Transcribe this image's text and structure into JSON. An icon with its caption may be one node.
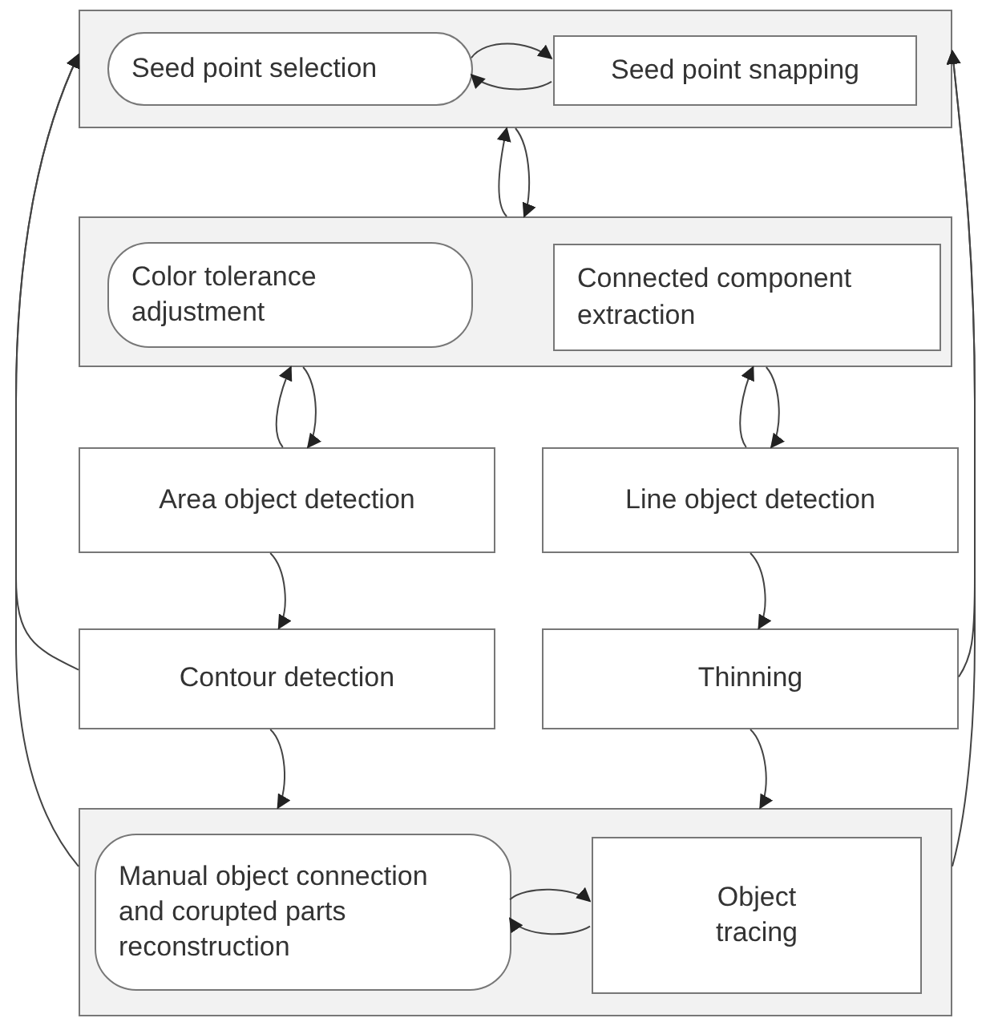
{
  "diagram": {
    "nodes": [
      {
        "text": [],
        "shape": "box"
      },
      {
        "text": [
          "Seed point selection"
        ],
        "in": 0
      },
      {
        "text": [
          "Seed point snapping"
        ],
        "in": 0
      },
      {
        "text": [],
        "shape": "box"
      },
      {
        "text": [
          "Color tolerance adjustment"
        ],
        "in": 3
      },
      {
        "text": [
          "Connected component extraction"
        ],
        "in": 3
      },
      {
        "text": [
          "Area object detection"
        ]
      },
      {
        "text": [
          "Line object detection"
        ]
      },
      {
        "text": [
          "Contour detection"
        ]
      },
      {
        "text": [
          "Thinning"
        ]
      },
      {
        "text": [],
        "shape": "box"
      },
      {
        "text": [
          "Manual object connection and corupted parts reconstruction"
        ],
        "in": 10
      },
      {
        "text": [
          "Object tracing"
        ],
        "in": 10
      }
    ],
    "edges": [
      {
        "from": 1,
        "to": 2,
        "arrow": "to"
      },
      {
        "from": 2,
        "to": 1,
        "arrow": "to"
      },
      {
        "from": 3,
        "to": 0,
        "arrow": "to"
      },
      {
        "from": 0,
        "to": 3,
        "arrow": "to"
      },
      {
        "from": 6,
        "to": 3,
        "arrow": "to"
      },
      {
        "from": 3,
        "to": 6,
        "arrow": "to"
      },
      {
        "from": 7,
        "to": 3,
        "arrow": "to"
      },
      {
        "from": 3,
        "to": 7,
        "arrow": "to"
      },
      {
        "from": 6,
        "to": 8,
        "arrow": "to"
      },
      {
        "from": 7,
        "to": 9,
        "arrow": "to"
      },
      {
        "from": 8,
        "to": 10,
        "arrow": "to"
      },
      {
        "from": 9,
        "to": 10,
        "arrow": "to"
      },
      {
        "from": 11,
        "to": 12,
        "arrow": "to"
      },
      {
        "from": 12,
        "to": 11,
        "arrow": "to"
      },
      {
        "from": 10,
        "to": 0,
        "arrow": "to"
      },
      {
        "from": 8,
        "to": 0,
        "arrow": "to"
      },
      {
        "from": 10,
        "to": 0,
        "arrow": "to"
      },
      {
        "from": 9,
        "to": 0,
        "arrow": "to"
      }
    ]
  }
}
